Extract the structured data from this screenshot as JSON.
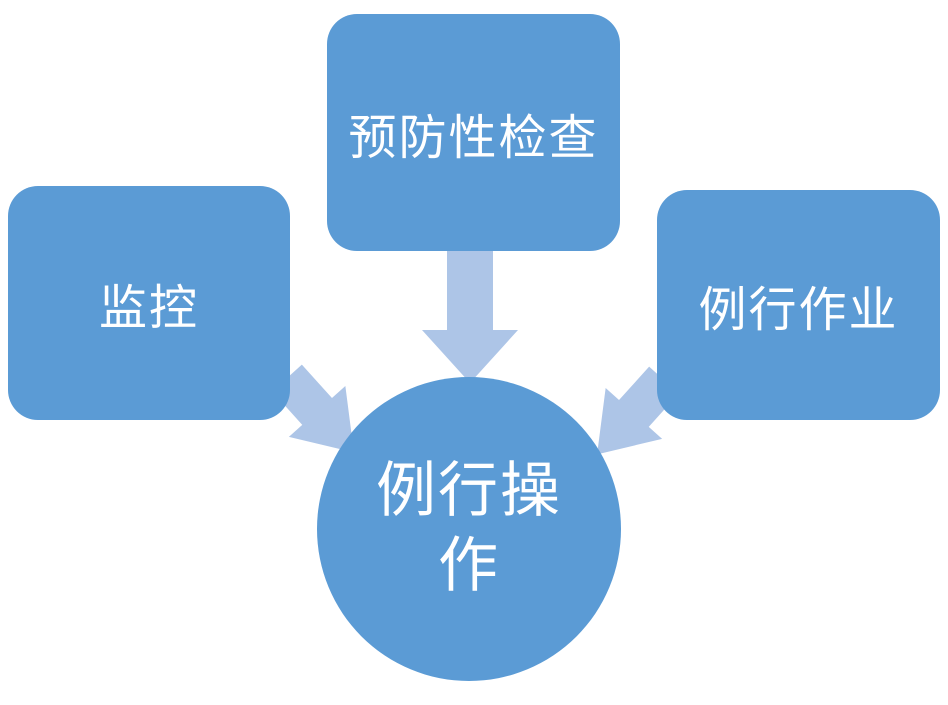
{
  "diagram": {
    "nodes": {
      "left": {
        "label": "监控"
      },
      "top": {
        "label": "预防性检查"
      },
      "right": {
        "label": "例行作业"
      },
      "center": {
        "label": "例行操作"
      }
    },
    "arrows": [
      {
        "name": "top-to-center",
        "direction": "down"
      },
      {
        "name": "left-to-center",
        "direction": "down-right"
      },
      {
        "name": "right-to-center",
        "direction": "down-left"
      }
    ],
    "colors": {
      "node_fill": "#5b9bd5",
      "arrow_fill": "#adc5e7",
      "text": "#ffffff",
      "background": "#ffffff"
    }
  }
}
